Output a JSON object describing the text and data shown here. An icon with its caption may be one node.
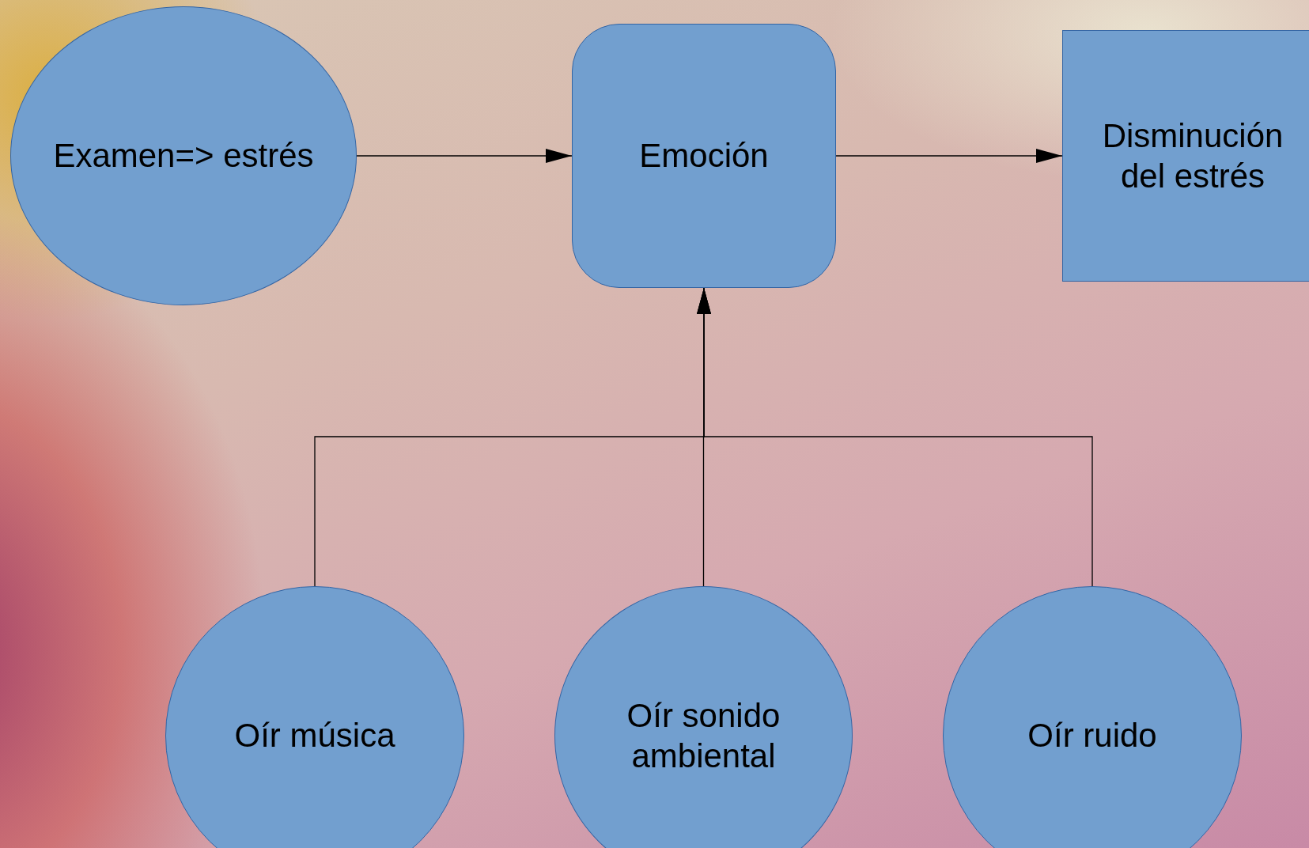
{
  "diagram": {
    "nodes": [
      {
        "text": [
          "Examen=> estrés"
        ]
      },
      {
        "text": [
          "Emoción"
        ]
      },
      {
        "text": [
          "Disminución del estrés"
        ]
      },
      {
        "text": [
          "Oír música"
        ]
      },
      {
        "text": [
          "Oír sonido ambiental"
        ]
      },
      {
        "text": [
          "Oír ruido"
        ]
      }
    ],
    "edges": [
      {
        "from": 0,
        "to": 1,
        "arrow": "to"
      },
      {
        "from": 1,
        "to": 2,
        "arrow": "to"
      },
      {
        "from": 3,
        "to": 1,
        "arrow": "to"
      },
      {
        "from": 4,
        "to": 1,
        "arrow": "to"
      },
      {
        "from": 5,
        "to": 1,
        "arrow": "to"
      }
    ]
  }
}
